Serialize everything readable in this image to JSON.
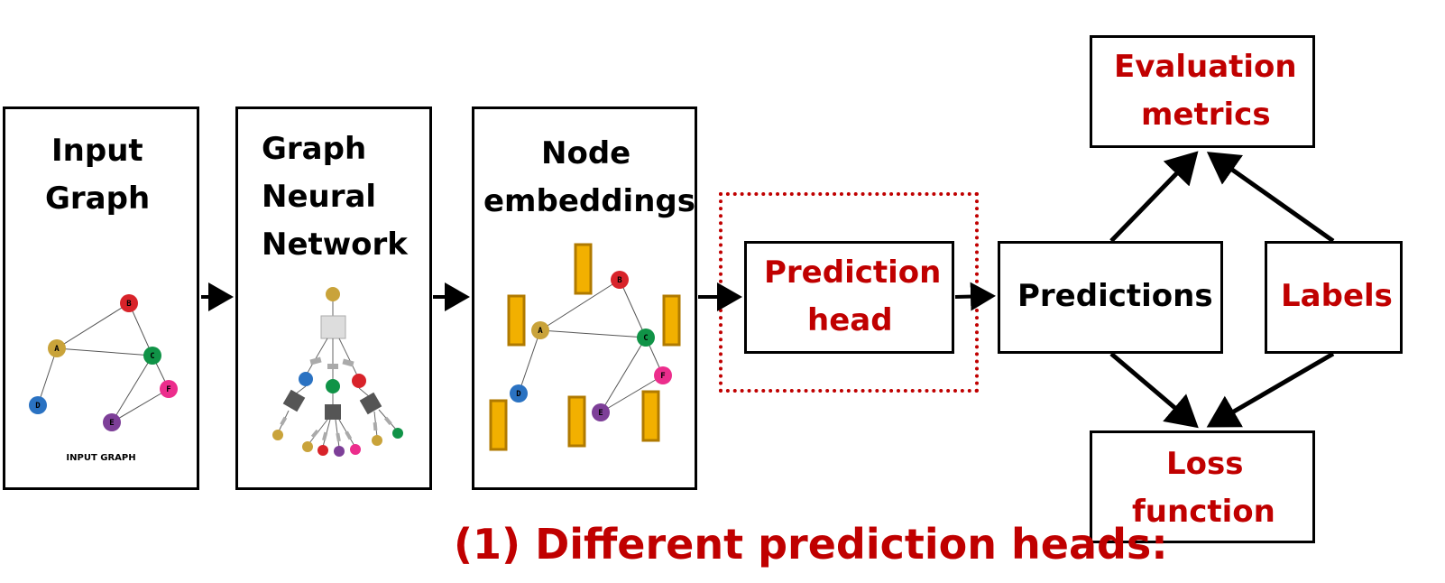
{
  "stages": {
    "input_graph": {
      "title_lines": [
        "Input",
        "Graph"
      ],
      "caption": "INPUT GRAPH"
    },
    "gnn": {
      "title_lines": [
        "Graph",
        "Neural",
        "Network"
      ]
    },
    "node_embeddings": {
      "title_lines": [
        "Node",
        "embeddings"
      ]
    },
    "prediction_head": {
      "title_lines": [
        "Prediction",
        "head"
      ]
    },
    "predictions": {
      "title": "Predictions"
    },
    "labels": {
      "title": "Labels"
    },
    "evaluation_metrics": {
      "title_lines": [
        "Evaluation",
        "metrics"
      ]
    },
    "loss_function": {
      "title_lines": [
        "Loss",
        "function"
      ]
    }
  },
  "graph_nodes": {
    "A": "A",
    "B": "B",
    "C": "C",
    "D": "D",
    "E": "E",
    "F": "F"
  },
  "caption": "(1) Different prediction heads:",
  "colors": {
    "accent_red": "#c00000",
    "node_A": "#c9a33a",
    "node_B": "#d8232a",
    "node_C": "#109347",
    "node_D": "#2a72c2",
    "node_E": "#7d3f98",
    "node_F": "#ec2d8c",
    "embedding": "#f2b000",
    "embedding_border": "#b07a00"
  }
}
